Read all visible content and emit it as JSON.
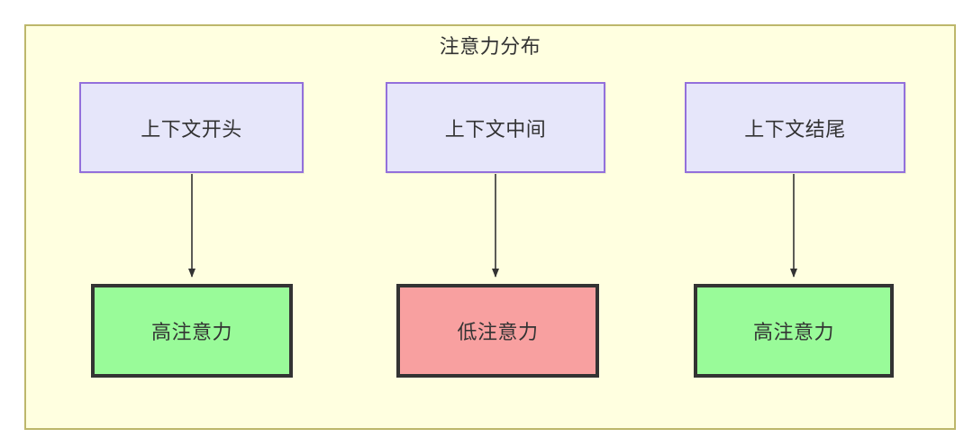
{
  "diagram": {
    "type": "flowchart",
    "title": "注意力分布",
    "container": {
      "fill": "#FFFFE0",
      "stroke": "#BDB76B"
    },
    "nodes": [
      {
        "id": "ctx-start",
        "label": "上下文开头",
        "group": "context",
        "fill": "#E6E6FA",
        "stroke": "#9370DB"
      },
      {
        "id": "ctx-middle",
        "label": "上下文中间",
        "group": "context",
        "fill": "#E6E6FA",
        "stroke": "#9370DB"
      },
      {
        "id": "ctx-end",
        "label": "上下文结尾",
        "group": "context",
        "fill": "#E6E6FA",
        "stroke": "#9370DB"
      },
      {
        "id": "attn-high-left",
        "label": "高注意力",
        "group": "attention",
        "level": "high",
        "fill": "#99FB99",
        "stroke": "#333333"
      },
      {
        "id": "attn-low-middle",
        "label": "低注意力",
        "group": "attention",
        "level": "low",
        "fill": "#F8A0A0",
        "stroke": "#333333"
      },
      {
        "id": "attn-high-right",
        "label": "高注意力",
        "group": "attention",
        "level": "high",
        "fill": "#99FB99",
        "stroke": "#333333"
      }
    ],
    "edges": [
      {
        "from": "ctx-start",
        "to": "attn-high-left",
        "arrowhead": "triangle"
      },
      {
        "from": "ctx-middle",
        "to": "attn-low-middle",
        "arrowhead": "triangle"
      },
      {
        "from": "ctx-end",
        "to": "attn-high-right",
        "arrowhead": "triangle"
      }
    ]
  }
}
